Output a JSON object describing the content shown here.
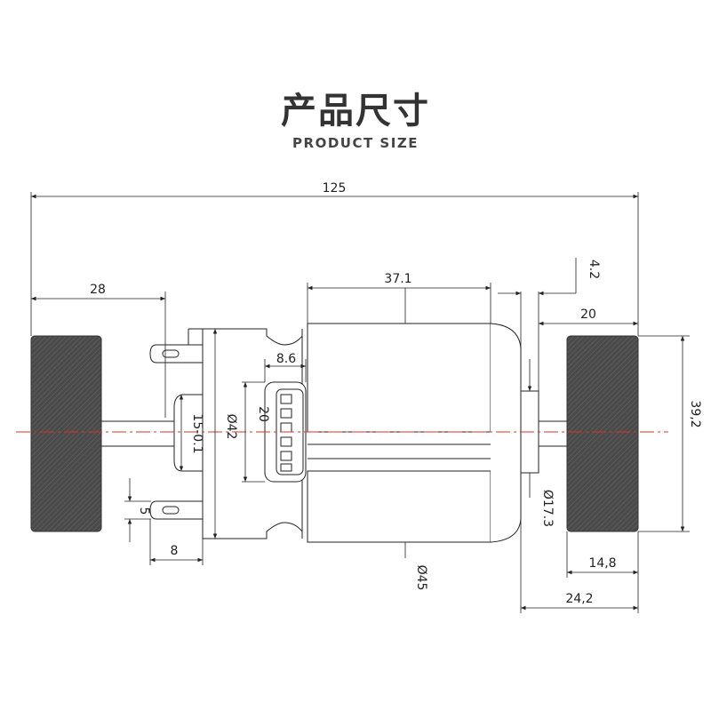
{
  "title": {
    "cn": "产品尺寸",
    "en": "PRODUCT SIZE"
  },
  "dims": {
    "overall_length": "125",
    "left_wheel_to_body": "28",
    "gearbox_length": "37.1",
    "shaft_offset": "4.2",
    "right_wheel_clearance": "20",
    "terminal_width": "8.6",
    "connector_height": "20",
    "housing_diameter": "Ø42",
    "boss_dim": "15-0.1",
    "terminal_height": "5",
    "terminal_length": "8",
    "motor_diameter": "Ø45",
    "flange_diameter": "Ø17.3",
    "wheel_width": "14,8",
    "wheel_overall": "24,2",
    "wheel_diameter": "39,2"
  },
  "colors": {
    "line": "#222222",
    "wheel": "#505050",
    "centerline": "#e0302a"
  }
}
